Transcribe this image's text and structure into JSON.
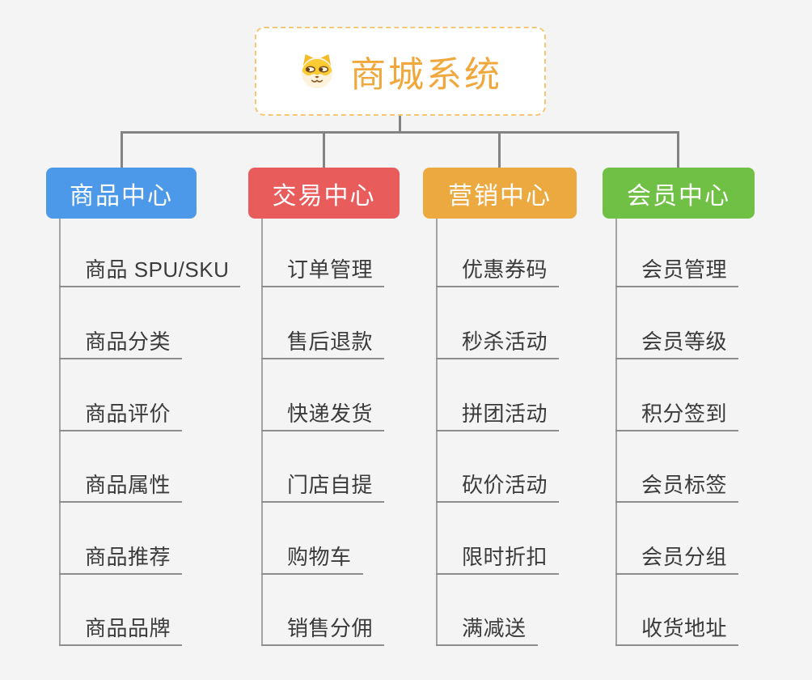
{
  "diagram": {
    "background_color": "#f4f4f4",
    "connector_color": "#838383",
    "root": {
      "label": "商城系统",
      "icon": "dog-face-icon",
      "text_color": "#f0a73c",
      "border_color": "#f6c674"
    },
    "branches": [
      {
        "label": "商品中心",
        "color": "#4c99ea",
        "children": [
          "商品 SPU/SKU",
          "商品分类",
          "商品评价",
          "商品属性",
          "商品推荐",
          "商品品牌"
        ]
      },
      {
        "label": "交易中心",
        "color": "#e85c5c",
        "children": [
          "订单管理",
          "售后退款",
          "快递发货",
          "门店自提",
          "购物车",
          "销售分佣"
        ]
      },
      {
        "label": "营销中心",
        "color": "#eca93f",
        "children": [
          "优惠券码",
          "秒杀活动",
          "拼团活动",
          "砍价活动",
          "限时折扣",
          "满减送"
        ]
      },
      {
        "label": "会员中心",
        "color": "#6fc044",
        "children": [
          "会员管理",
          "会员等级",
          "积分签到",
          "会员标签",
          "会员分组",
          "收货地址"
        ]
      }
    ]
  }
}
